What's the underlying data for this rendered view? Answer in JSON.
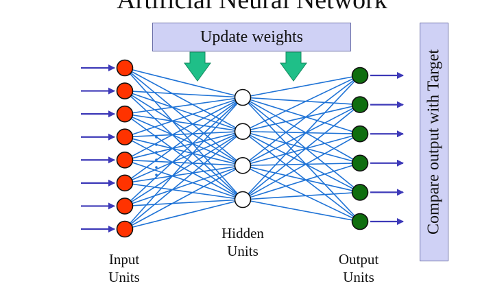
{
  "title": "Artificial Neural Network",
  "update_weights": "Update weights",
  "compare": "Compare output  with Target",
  "labels": {
    "input": [
      "Input",
      "Units"
    ],
    "hidden": [
      "Hidden",
      "Units"
    ],
    "output": [
      "Output",
      "Units"
    ]
  },
  "network": {
    "input_units": 8,
    "hidden_units": 4,
    "output_units": 6,
    "ellipsis_dots": 6
  },
  "colors": {
    "input_fill": "#ff3300",
    "hidden_fill": "#ffffff",
    "output_fill": "#0f6e0f",
    "connection": "#1f73d6",
    "io_arrow": "#3d39b8",
    "update_arrow": "#1fbf88",
    "box_fill": "#cfd1f5",
    "box_border": "#6b6fa8"
  }
}
